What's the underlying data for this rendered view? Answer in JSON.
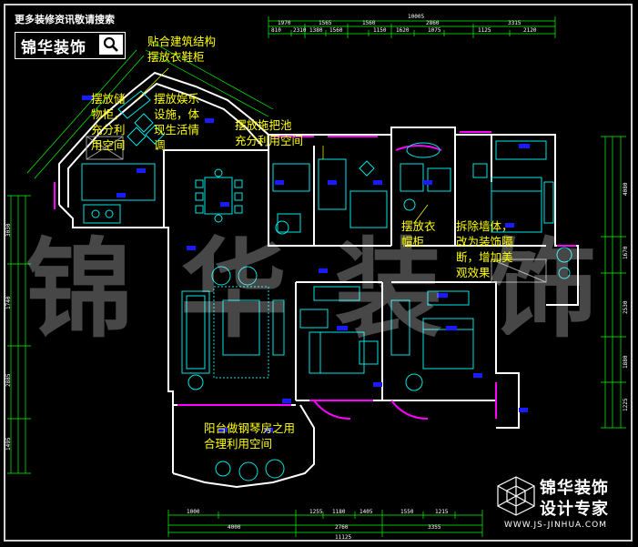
{
  "header": {
    "note": "更多装修资讯敬请搜索",
    "brand": "锦华装饰"
  },
  "annotations": [
    "贴合建筑结构\n摆放衣鞋柜",
    "摆放储\n物柜，\n充分利\n用空间",
    "摆放娱乐\n设施，体\n现生活情\n调",
    "摆放拖把池\n充分利用空间",
    "摆放衣\n帽柜",
    "拆除墙体，\n改为装饰隔\n断，增加美\n观效果",
    "阳台做钢琴房之用\n合理利用空间"
  ],
  "watermark": "锦华装饰",
  "logo": {
    "name": "锦华装饰",
    "slogan": "设计专家",
    "url": "WWW.JS-JINHUA.COM"
  },
  "dimensions": {
    "top_total": "10005",
    "top_segments": [
      "1970",
      "1565",
      "1560",
      "2860",
      "3315"
    ],
    "top_detail": [
      "810",
      "2310",
      "1380",
      "1560",
      "1150",
      "1620",
      "1075",
      "1125",
      "2120"
    ],
    "bottom_total": "11125",
    "bottom_segments": [
      "4000",
      "2760",
      "3355"
    ],
    "bottom_detail": [
      "1000",
      "1255",
      "1180",
      "1405",
      "1550",
      "1215"
    ],
    "right_segments": [
      "4080",
      "1670",
      "2530",
      "1880",
      "1225"
    ],
    "left_segments": [
      "3030",
      "1740",
      "2885",
      "1495"
    ]
  },
  "colors": {
    "wall": "#ffffff",
    "furniture": "#00e5e5",
    "label_block": "#1a1aff",
    "door": "#ff00ff",
    "annotation": "#ffff00",
    "dimension": "#00ff00",
    "stroke_gray": "#9a9a9a"
  }
}
